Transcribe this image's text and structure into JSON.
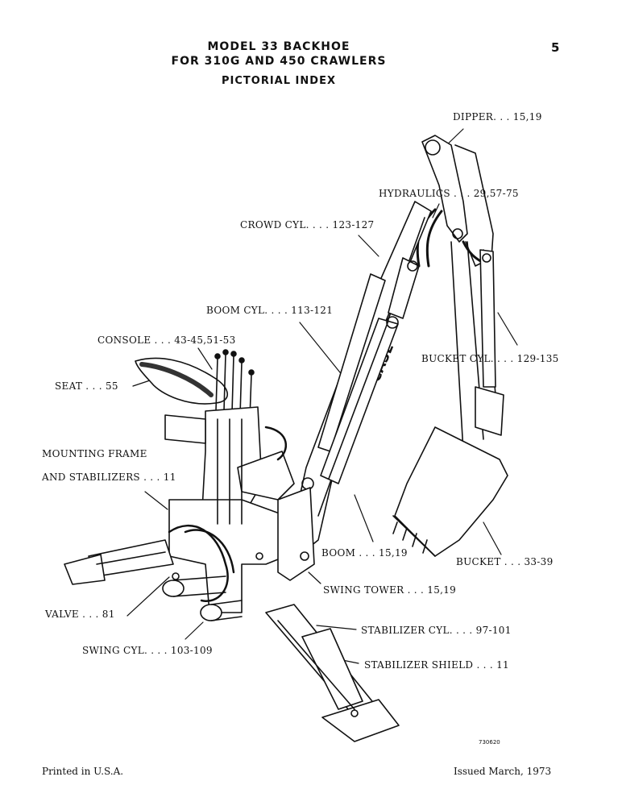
{
  "header": {
    "line1": "MODEL 33 BACKHOE",
    "line2": "FOR 310G AND 450 CRAWLERS",
    "line3": "PICTORIAL INDEX",
    "page_number": "5"
  },
  "callouts": {
    "dipper": "DIPPER. . . 15,19",
    "hydraulics": "HYDRAULICS . . . 29,57-75",
    "crowd_cyl": "CROWD CYL. . . . 123-127",
    "boom_cyl": "BOOM CYL. . . . 113-121",
    "console": "CONSOLE . . . 43-45,51-53",
    "bucket_cyl": "BUCKET CYL. . . . 129-135",
    "seat": "SEAT . . . 55",
    "mounting_frame_1": "MOUNTING FRAME",
    "mounting_frame_2": "AND STABILIZERS . . . 11",
    "boom": "BOOM . . . 15,19",
    "bucket": "BUCKET . . . 33-39",
    "swing_tower": "SWING TOWER . . . 15,19",
    "valve": "VALVE . . . 81",
    "stabilizer_cyl": "STABILIZER CYL. . . . 97-101",
    "swing_cyl": "SWING CYL. . . . 103-109",
    "stabilizer_shield": "STABILIZER SHIELD . . . 11"
  },
  "drawing": {
    "boom_decal": "CASE",
    "image_code": "730620"
  },
  "footer": {
    "left": "Printed in U.S.A.",
    "right": "Issued March, 1973"
  }
}
